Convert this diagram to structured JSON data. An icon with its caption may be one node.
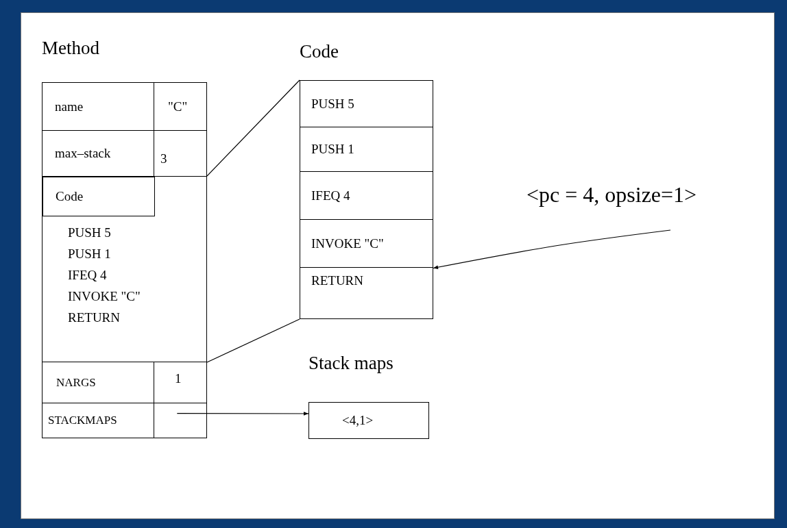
{
  "diagram": {
    "nodes": [
      {
        "text": [
          "Method"
        ]
      },
      {
        "text": [
          "name"
        ],
        "in": 0
      },
      {
        "text": [
          "\"C\""
        ],
        "in": 0
      },
      {
        "text": [
          "max–stack"
        ],
        "in": 0
      },
      {
        "text": [
          "3"
        ],
        "in": 0
      },
      {
        "text": [
          "PUSH 5",
          "PUSH 1",
          "IFEQ 4",
          "INVOKE \"C\"",
          "RETURN"
        ],
        "in": 0
      },
      {
        "text": [
          "Code"
        ],
        "in": 5
      },
      {
        "text": [
          "NARGS"
        ],
        "in": 0
      },
      {
        "text": [
          "1"
        ],
        "in": 0
      },
      {
        "text": [
          "STACKMAPS"
        ],
        "in": 0
      },
      {
        "text": [],
        "shape": "box",
        "in": 0
      },
      {
        "text": [
          "Code"
        ]
      },
      {
        "text": [
          "PUSH 5"
        ],
        "in": 11
      },
      {
        "text": [
          "PUSH 1"
        ],
        "in": 11
      },
      {
        "text": [
          "IFEQ 4"
        ],
        "in": 11
      },
      {
        "text": [
          "INVOKE \"C\""
        ],
        "in": 11
      },
      {
        "text": [
          "RETURN"
        ],
        "in": 11
      },
      {
        "text": [
          "Stack maps",
          "<4,1>"
        ]
      },
      {
        "text": [
          "<pc = 4, opsize=1>"
        ]
      }
    ],
    "edges": [
      {
        "from": 5,
        "to": 11,
        "arrow": "none"
      },
      {
        "from": 5,
        "to": 11,
        "arrow": "none"
      },
      {
        "from": 10,
        "to": 17,
        "arrow": "to"
      },
      {
        "from": 18,
        "to": 16,
        "arrow": "to"
      }
    ]
  }
}
